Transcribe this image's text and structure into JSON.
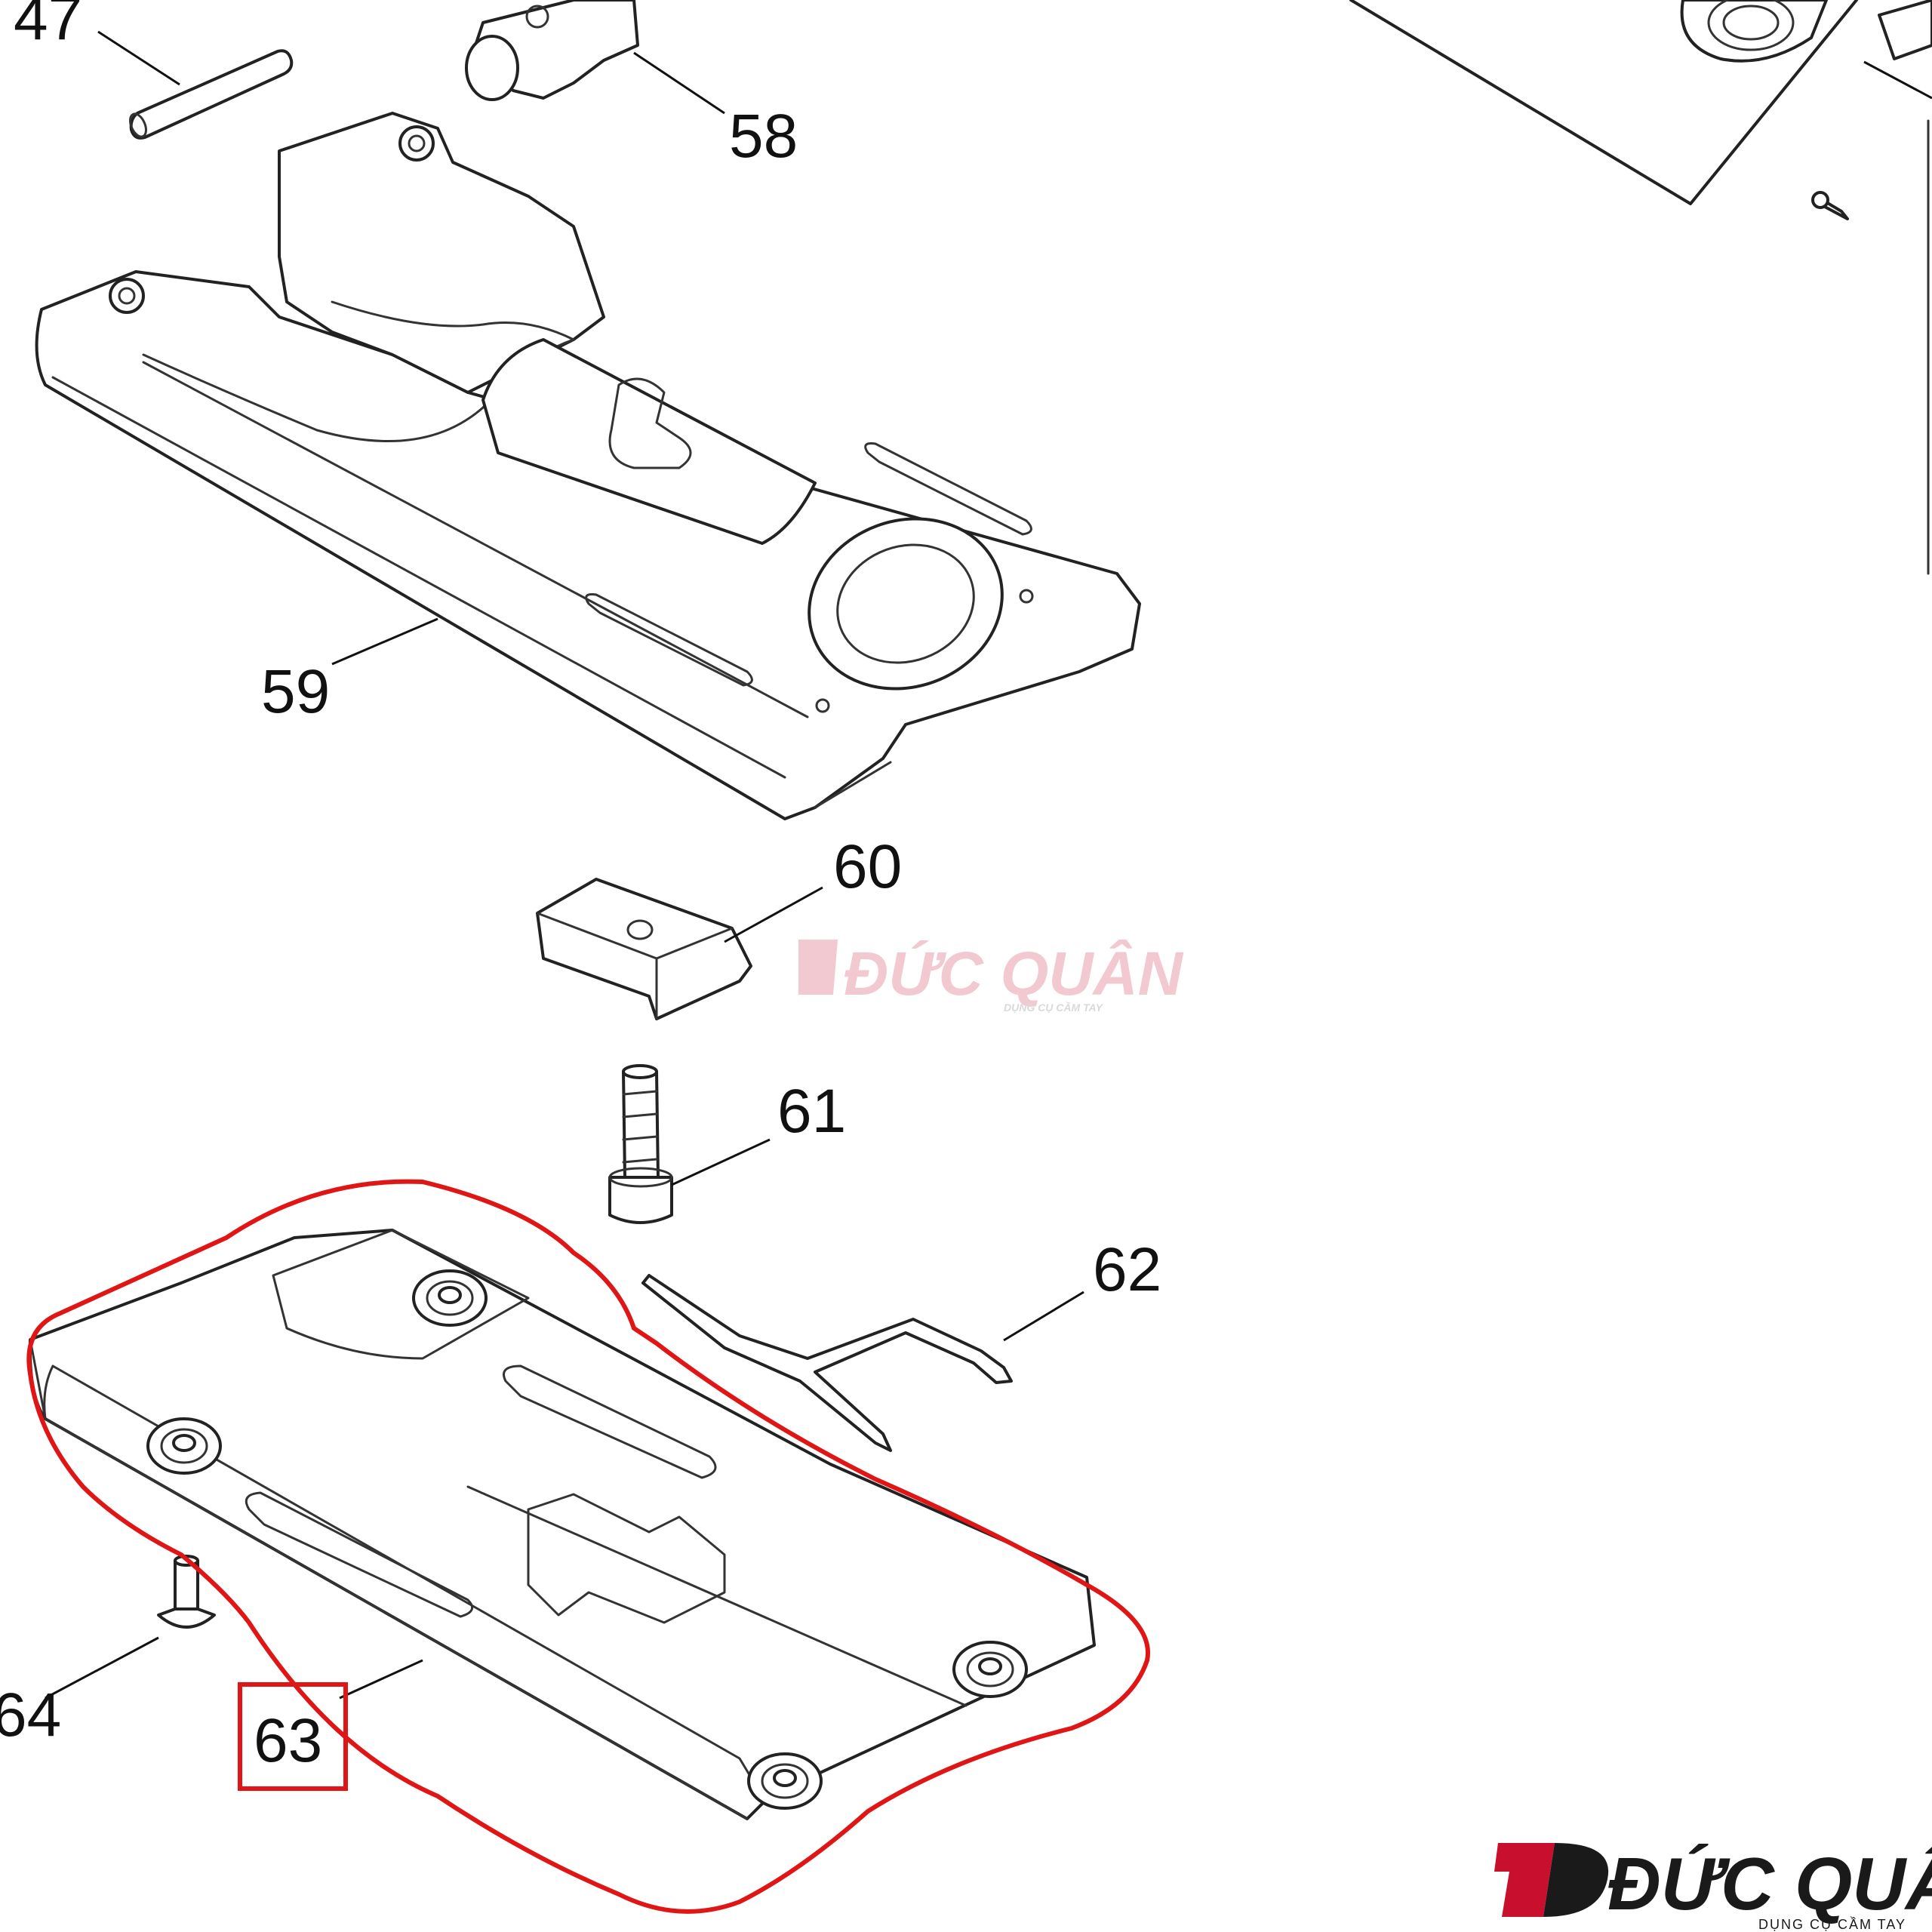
{
  "diagram": {
    "labels": {
      "p47": "47",
      "p58": "58",
      "p59": "59",
      "p60": "60",
      "p61": "61",
      "p62": "62",
      "p63": "63",
      "p64": "64"
    },
    "highlighted_part": "63",
    "highlight_color": "#e01515"
  },
  "watermark": {
    "brand": "ĐỨC QUÂN",
    "tagline": "DỤNG CỤ CẦM TAY",
    "brand_color": "#c8102e"
  }
}
